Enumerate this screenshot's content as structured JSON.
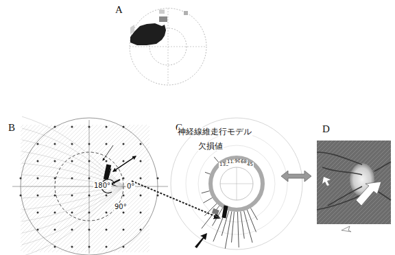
{
  "diagram": {
    "labels": [
      "A",
      "B",
      "C",
      "D",
      "神経線維走行モデル",
      "欠損値",
      "180°",
      "0°",
      "90°",
      "135",
      "112",
      "90",
      "68",
      "45"
    ]
  }
}
